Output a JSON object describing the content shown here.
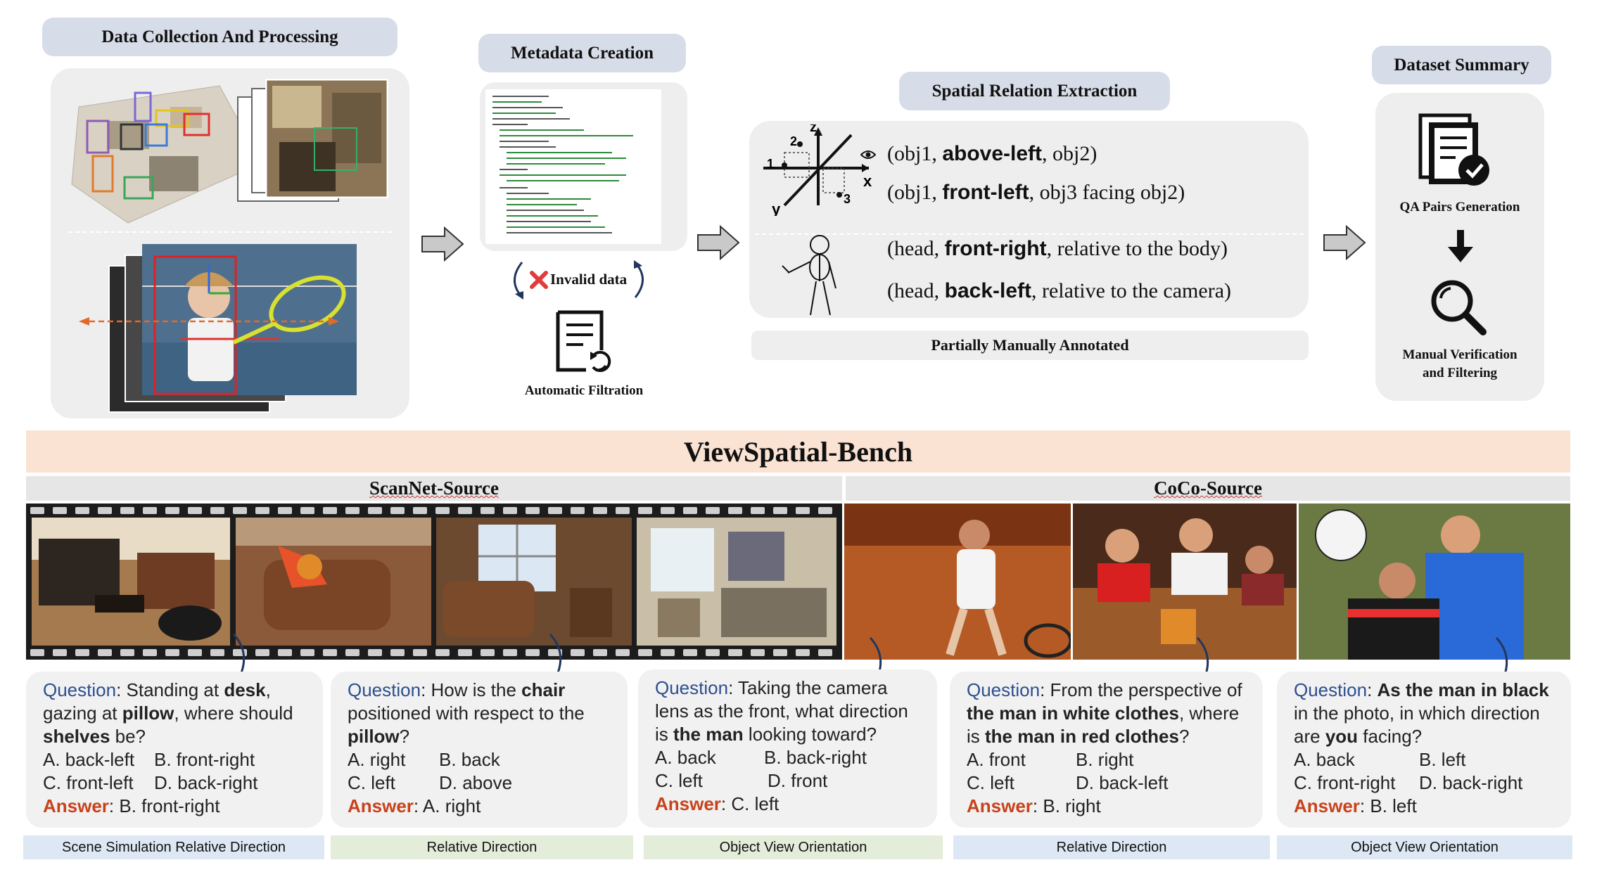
{
  "stages": {
    "collection": "Data Collection And Processing",
    "metadata": "Metadata Creation",
    "spatial": "Spatial Relation Extraction",
    "summary": "Dataset Summary"
  },
  "metadata_panel": {
    "invalid": "Invalid data",
    "filtration": "Automatic Filtration"
  },
  "spatial_panel": {
    "axis_labels": {
      "z": "z",
      "x": "x",
      "y": "y",
      "n1": "1",
      "n2": "2",
      "n3": "3"
    },
    "relations": [
      {
        "pre": "(obj1, ",
        "bold": "above-left",
        "post": ", obj2)"
      },
      {
        "pre": "(obj1, ",
        "bold": "front-left",
        "post": ", obj3 facing obj2)"
      },
      {
        "pre": "(head, ",
        "bold": "front-right",
        "post": ", relative to the body)"
      },
      {
        "pre": "(head, ",
        "bold": "back-left",
        "post": ", relative to the camera)"
      }
    ],
    "annot": "Partially Manually Annotated"
  },
  "summary_panel": {
    "qa": "QA Pairs Generation",
    "verify_1": "Manual Verification",
    "verify_2": "and Filtering"
  },
  "bench_title": "ViewSpatial-Bench",
  "sources": {
    "scannet": "ScanNet-Source",
    "coco": "CoCo-Source"
  },
  "questions": [
    {
      "label": "Question",
      "text": [
        {
          "t": ":  Standing at "
        },
        {
          "b": "desk"
        },
        {
          "t": ", gazing at "
        },
        {
          "b": "pillow"
        },
        {
          "t": ", where should "
        },
        {
          "b": "shelves"
        },
        {
          "t": " be?"
        }
      ],
      "opts": [
        [
          "A. back-left",
          "B. front-right"
        ],
        [
          "C. front-left",
          "D. back-right"
        ]
      ],
      "answer_label": "Answer",
      "answer": ": B. front-right",
      "tag": "Scene Simulation Relative Direction"
    },
    {
      "label": "Question",
      "text": [
        {
          "t": ": How is the "
        },
        {
          "b": "chair"
        },
        {
          "t": " positioned with respect to the "
        },
        {
          "b": "pillow"
        },
        {
          "t": "?"
        }
      ],
      "opts": [
        [
          "A. right",
          "B. back"
        ],
        [
          "C. left",
          "D. above"
        ]
      ],
      "answer_label": "Answer",
      "answer": ": A. right",
      "tag": "Relative Direction"
    },
    {
      "label": "Question",
      "text": [
        {
          "t": ": Taking the camera lens as the front, what direction is "
        },
        {
          "b": "the man"
        },
        {
          "t": " looking toward?"
        }
      ],
      "opts": [
        [
          "A. back",
          "B. back-right"
        ],
        [
          "C. left",
          "D. front"
        ]
      ],
      "answer_label": "Answer",
      "answer": ": C. left",
      "tag": "Object View Orientation"
    },
    {
      "label": "Question",
      "text": [
        {
          "t": ": From the perspective of "
        },
        {
          "b": "the man in white clothes"
        },
        {
          "t": ", where is "
        },
        {
          "b": "the man in red clothes"
        },
        {
          "t": "?"
        }
      ],
      "opts": [
        [
          "A. front",
          "B. right"
        ],
        [
          "C. left",
          "D. back-left"
        ]
      ],
      "answer_label": "Answer",
      "answer": ": B. right",
      "tag": "Relative Direction"
    },
    {
      "label": "Question",
      "text": [
        {
          "t": ": "
        },
        {
          "b": "As the man in black"
        },
        {
          "t": " in the photo, in which direction are "
        },
        {
          "b": "you"
        },
        {
          "t": " facing?"
        }
      ],
      "opts": [
        [
          "A. back",
          "B. left"
        ],
        [
          "C. front-right",
          "D. back-right"
        ]
      ],
      "answer_label": "Answer",
      "answer": ": B. left",
      "tag": "Object View Orientation"
    }
  ],
  "colors": {
    "pill": "#d7dde8",
    "panel": "#eeeeee",
    "bench_banner": "#fbe3d3",
    "question_label": "#2d4f8f",
    "answer_label": "#c8421b",
    "tag_blue": "#dde8f4",
    "tag_green": "#e3edd9"
  },
  "icons": [
    "gray-arrow-icon",
    "cross-icon",
    "document-refresh-icon",
    "checklist-icon",
    "down-arrow-icon",
    "magnifier-icon",
    "eye-icon",
    "mannequin-icon",
    "curved-arrow-icon"
  ]
}
